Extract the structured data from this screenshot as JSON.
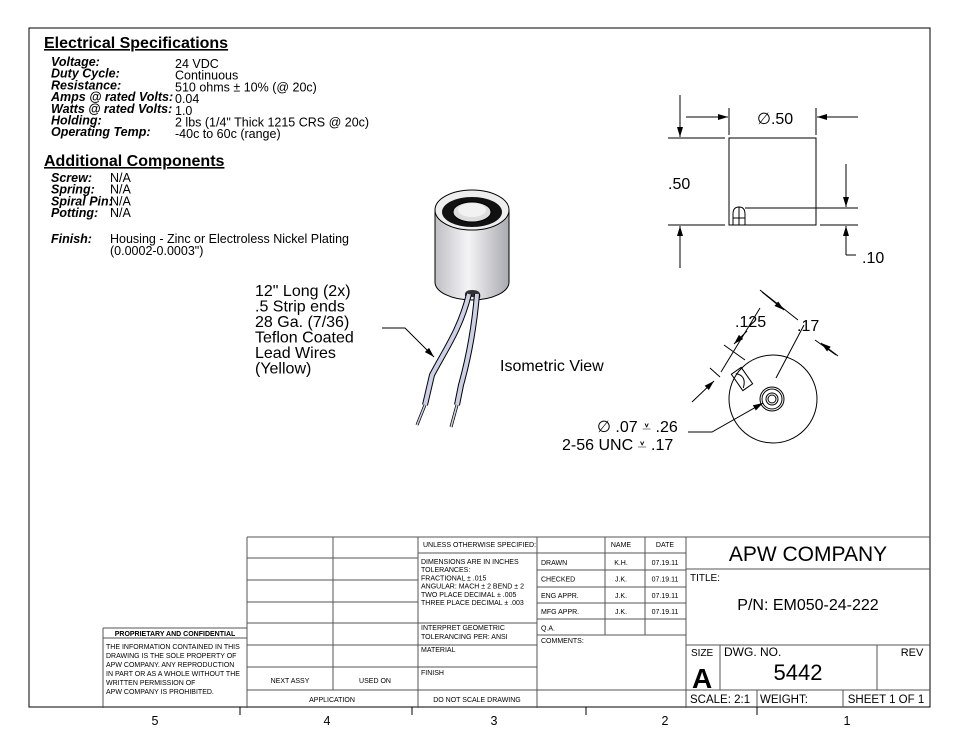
{
  "electrical": {
    "heading": "Electrical Specifications",
    "rows": [
      {
        "label": "Voltage:",
        "value": "24 VDC"
      },
      {
        "label": "Duty Cycle:",
        "value": "Continuous"
      },
      {
        "label": "Resistance:",
        "value": "510 ohms ± 10% (@ 20c)"
      },
      {
        "label": "Amps @ rated Volts:",
        "value": "0.04"
      },
      {
        "label": "Watts @ rated Volts:",
        "value": "1.0"
      },
      {
        "label": "Holding:",
        "value": "2 lbs (1/4\" Thick 1215 CRS @ 20c)"
      },
      {
        "label": "Operating Temp:",
        "value": "-40c to 60c (range)"
      }
    ]
  },
  "additional": {
    "heading": "Additional Components",
    "rows": [
      {
        "label": "Screw:",
        "value": "N/A"
      },
      {
        "label": "Spring:",
        "value": "N/A"
      },
      {
        "label": "Spiral Pin:",
        "value": "N/A"
      },
      {
        "label": "Potting:",
        "value": "N/A"
      }
    ],
    "finish_label": "Finish:",
    "finish_lines": [
      "Housing - Zinc or Electroless Nickel Plating",
      "(0.0002-0.0003\")"
    ]
  },
  "wire_note": [
    "12\" Long (2x)",
    ".5 Strip ends",
    "28 Ga. (7/36)",
    "Teflon Coated",
    "Lead Wires",
    "(Yellow)"
  ],
  "iso_label": "Isometric View",
  "dimensions": {
    "diameter": "∅.50",
    "height": ".50",
    "offset": ".10",
    "slot_width": ".125",
    "slot_pos": ".17",
    "hole_line1": "∅ .07 ⩡ .26",
    "hole_line2": "2-56 UNC ⩡ .17"
  },
  "title_block": {
    "unless": "UNLESS OTHERWISE SPECIFIED:",
    "tolerances": [
      "DIMENSIONS ARE IN INCHES",
      "TOLERANCES:",
      "FRACTIONAL ± .015",
      "ANGULAR: MACH ± 2   BEND ± 2",
      "TWO PLACE DECIMAL    ± .005",
      "THREE PLACE DECIMAL  ± .003"
    ],
    "interpret": [
      "INTERPRET GEOMETRIC",
      "TOLERANCING PER: ANSI"
    ],
    "material": "MATERIAL",
    "finish": "FINISH",
    "do_not_scale": "DO NOT SCALE DRAWING",
    "next_assy": "NEXT ASSY",
    "used_on": "USED ON",
    "application": "APPLICATION",
    "proprietary_title": "PROPRIETARY AND CONFIDENTIAL",
    "proprietary_text": [
      "THE INFORMATION CONTAINED IN THIS",
      "DRAWING IS THE SOLE PROPERTY OF",
      "APW COMPANY.  ANY  REPRODUCTION",
      "IN PART OR AS A WHOLE WITHOUT THE",
      "WRITTEN PERMISSION OF",
      "APW COMPANY IS PROHIBITED."
    ],
    "name_header": "NAME",
    "date_header": "DATE",
    "approvals": [
      {
        "role": "DRAWN",
        "name": "K.H.",
        "date": "07.19.11"
      },
      {
        "role": "CHECKED",
        "name": "J.K.",
        "date": "07.19.11"
      },
      {
        "role": "ENG APPR.",
        "name": "J.K.",
        "date": "07.19.11"
      },
      {
        "role": "MFG APPR.",
        "name": "J.K.",
        "date": "07.19.11"
      },
      {
        "role": "Q.A.",
        "name": "",
        "date": ""
      }
    ],
    "comments": "COMMENTS:",
    "company": "APW COMPANY",
    "title_label": "TITLE:",
    "part_number": "P/N: EM050-24-222",
    "size_label": "SIZE",
    "size": "A",
    "dwg_label": "DWG.  NO.",
    "dwg_no": "5442",
    "rev_label": "REV",
    "scale": "SCALE: 2:1",
    "weight": "WEIGHT:",
    "sheet": "SHEET 1 OF 1"
  },
  "zones": [
    "5",
    "4",
    "3",
    "2",
    "1"
  ]
}
